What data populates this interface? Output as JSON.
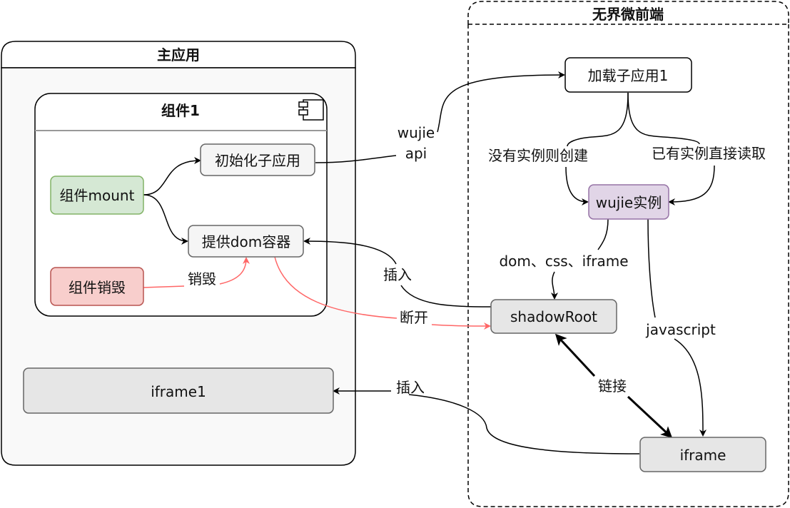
{
  "containers": {
    "main_app": {
      "title": "主应用"
    },
    "component": {
      "title": "组件1",
      "icon": "component-icon"
    },
    "wujie": {
      "title": "无界微前端"
    }
  },
  "nodes": {
    "init_subapp": {
      "label": "初始化子应用"
    },
    "component_mount": {
      "label": "组件mount"
    },
    "provide_dom": {
      "label": "提供dom容器"
    },
    "component_destroy": {
      "label": "组件销毁"
    },
    "iframe1": {
      "label": "iframe1"
    },
    "load_subapp": {
      "label": "加载子应用1"
    },
    "wujie_instance": {
      "label": "wujie实例"
    },
    "shadow_root": {
      "label": "shadowRoot"
    },
    "iframe": {
      "label": "iframe"
    }
  },
  "edge_labels": {
    "wujie_api_1": "wujie",
    "wujie_api_2": "api",
    "create_if_none": "没有实例则创建",
    "read_existing": "已有实例直接读取",
    "dom_css_iframe": "dom、css、iframe",
    "insert_dom": "插入",
    "disconnect": "断开",
    "destroy": "销毁",
    "javascript": "javascript",
    "link": "链接",
    "insert_iframe": "插入"
  },
  "colors": {
    "green_fill": "#d5e8d4",
    "green_stroke": "#82b366",
    "red_fill": "#f8cecc",
    "red_stroke": "#b85450",
    "purple_fill": "#e1d5e7",
    "purple_stroke": "#9673a6",
    "gray_fill": "#f5f5f5",
    "gray_stroke": "#666666",
    "dark_gray_fill": "#e6e6e6",
    "red_edge": "#ff6666"
  }
}
